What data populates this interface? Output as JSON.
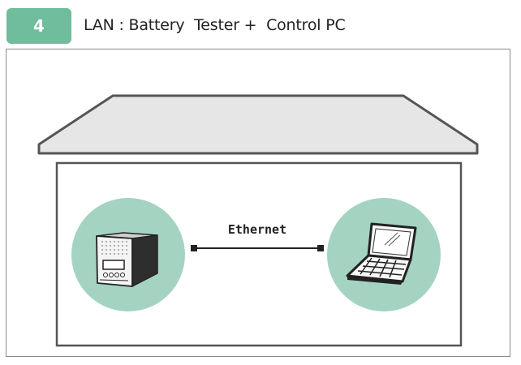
{
  "step": {
    "number": "4",
    "title": "LAN : Battery  Tester +  Control PC"
  },
  "diagram": {
    "connection_label": "Ethernet",
    "nodes": [
      {
        "id": "battery-tester",
        "icon": "battery-tester-icon"
      },
      {
        "id": "control-pc",
        "icon": "laptop-icon"
      }
    ],
    "colors": {
      "accent": "#6fbd9d",
      "node_circle": "#a4d3c2",
      "roof_fill": "#e6e6e6",
      "outline": "#555555"
    }
  }
}
